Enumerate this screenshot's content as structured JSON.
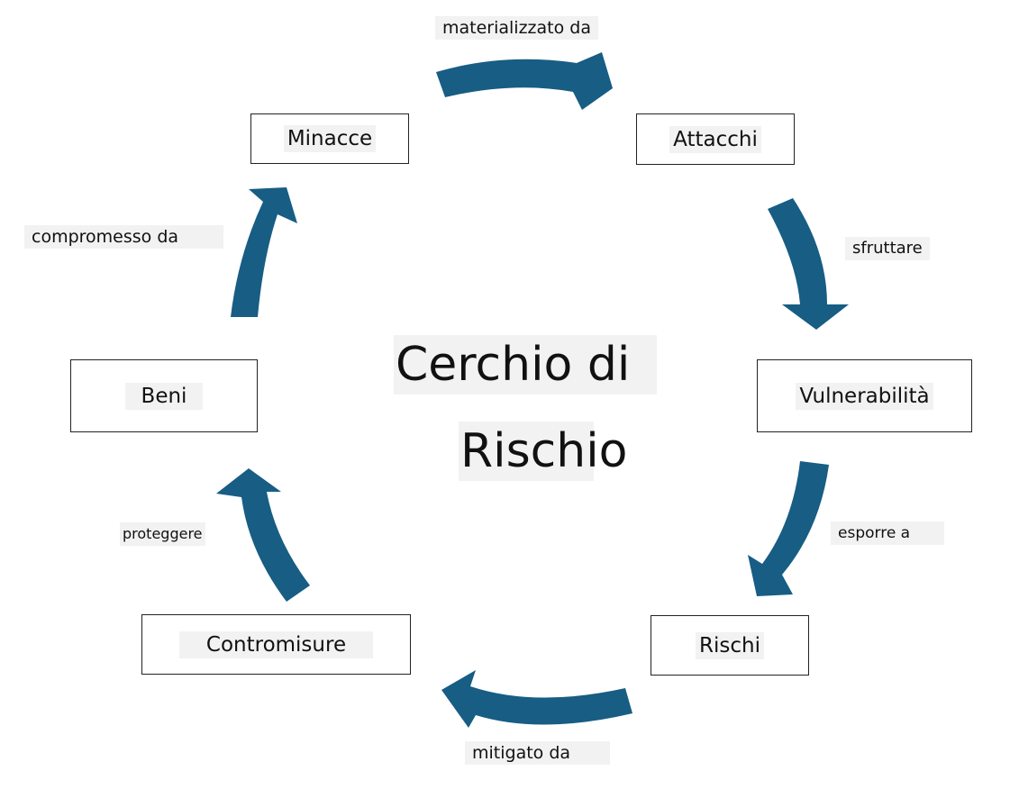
{
  "title": {
    "line1": "Cerchio di",
    "line2": "Rischio"
  },
  "nodes": {
    "minacce": "Minacce",
    "attacchi": "Attacchi",
    "vulnerabilita": "Vulnerabilità",
    "rischi": "Rischi",
    "contromisure": "Contromisure",
    "beni": "Beni"
  },
  "edges": {
    "materializzato": "materializzato da",
    "sfruttare": "sfruttare",
    "esporre": "esporre a",
    "mitigato": "mitigato da",
    "proteggere": "proteggere",
    "compromesso": "compromesso da"
  },
  "colors": {
    "arrow": "#175d84",
    "label_bg": "#f2f2f2",
    "border": "#222222"
  }
}
